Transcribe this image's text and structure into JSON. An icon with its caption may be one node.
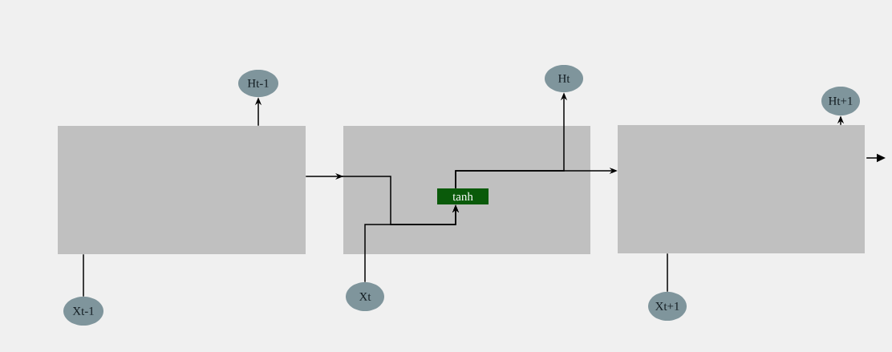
{
  "diagram": {
    "nodes": [
      {
        "text": [],
        "shape": "box"
      },
      {
        "text": [],
        "shape": "box"
      },
      {
        "text": [],
        "shape": "box"
      },
      {
        "text": [
          "Ht-1"
        ]
      },
      {
        "text": [
          "Ht"
        ]
      },
      {
        "text": [
          "Ht+1"
        ]
      },
      {
        "text": [
          "Xt-1"
        ]
      },
      {
        "text": [
          "Xt"
        ]
      },
      {
        "text": [
          "Xt+1"
        ]
      },
      {
        "text": [
          "tanh"
        ],
        "in": 1
      }
    ],
    "edges": [
      {
        "from": 6,
        "to": 0,
        "arrow": "none"
      },
      {
        "from": 0,
        "to": 3,
        "arrow": "to"
      },
      {
        "from": 0,
        "to": 9,
        "arrow": "to"
      },
      {
        "from": 7,
        "to": 9,
        "arrow": "to"
      },
      {
        "from": 9,
        "to": 2,
        "arrow": "to"
      },
      {
        "from": 9,
        "to": 4,
        "arrow": "to"
      },
      {
        "from": 8,
        "to": 2,
        "arrow": "none"
      },
      {
        "from": 2,
        "to": 5,
        "arrow": "to"
      },
      {
        "from": 2,
        "to": null,
        "arrow": "to"
      }
    ]
  }
}
